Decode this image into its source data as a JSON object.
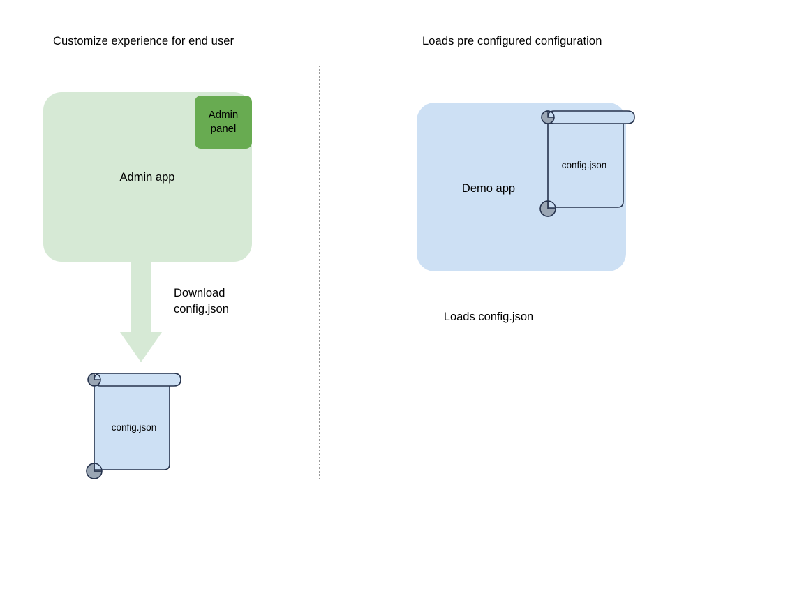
{
  "diagram": {
    "title_visible": false,
    "headings": {
      "left": "Customize experience for end user",
      "right": "Loads pre configured configuration"
    },
    "left_flow": {
      "app_box": {
        "label": "Admin app",
        "fill": "#d6e9d5"
      },
      "panel": {
        "label_line1": "Admin",
        "label_line2": "panel",
        "fill": "#68ab51"
      },
      "arrow": {
        "label_line1": "Download",
        "label_line2": "config.json",
        "fill": "#d6e9d5",
        "direction": "down"
      },
      "file": {
        "label": "config.json",
        "fill": "#cde0f4",
        "stroke": "#26334d",
        "icon": "scroll-document-icon"
      }
    },
    "right_flow": {
      "app_box": {
        "label": "Demo app",
        "fill": "#cde0f4"
      },
      "file": {
        "label": "config.json",
        "fill": "#cde0f4",
        "stroke": "#26334d",
        "icon": "scroll-document-icon"
      },
      "caption": "Loads config.json"
    },
    "divider": {
      "style": "dotted-vertical",
      "color": "#9a9a9a"
    },
    "colors": {
      "light_green": "#d6e9d5",
      "dark_green": "#68ab51",
      "light_blue": "#cde0f4",
      "outline_dark": "#26334d",
      "curl_gray": "#9aa6b4",
      "text": "#000000",
      "background": "#ffffff"
    }
  }
}
